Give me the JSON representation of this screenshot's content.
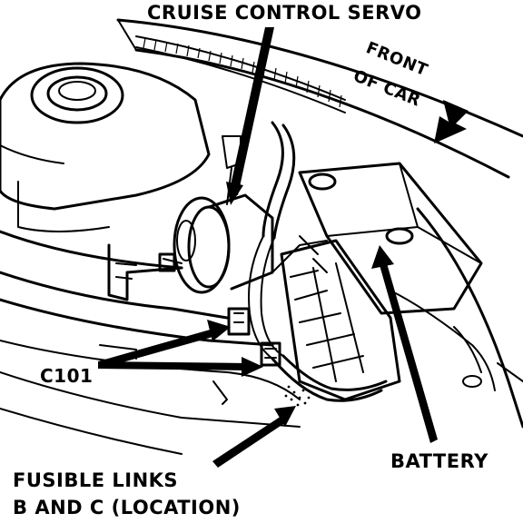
{
  "labels": {
    "cruise_servo": "CRUISE CONTROL SERVO",
    "front_line1": "FRONT",
    "front_line2": "OF CAR",
    "c101": "C101",
    "battery": "BATTERY",
    "fusible_line1": "FUSIBLE LINKS",
    "fusible_line2": "B AND C (LOCATION)"
  },
  "colors": {
    "ink": "#000000",
    "paper": "#ffffff"
  }
}
